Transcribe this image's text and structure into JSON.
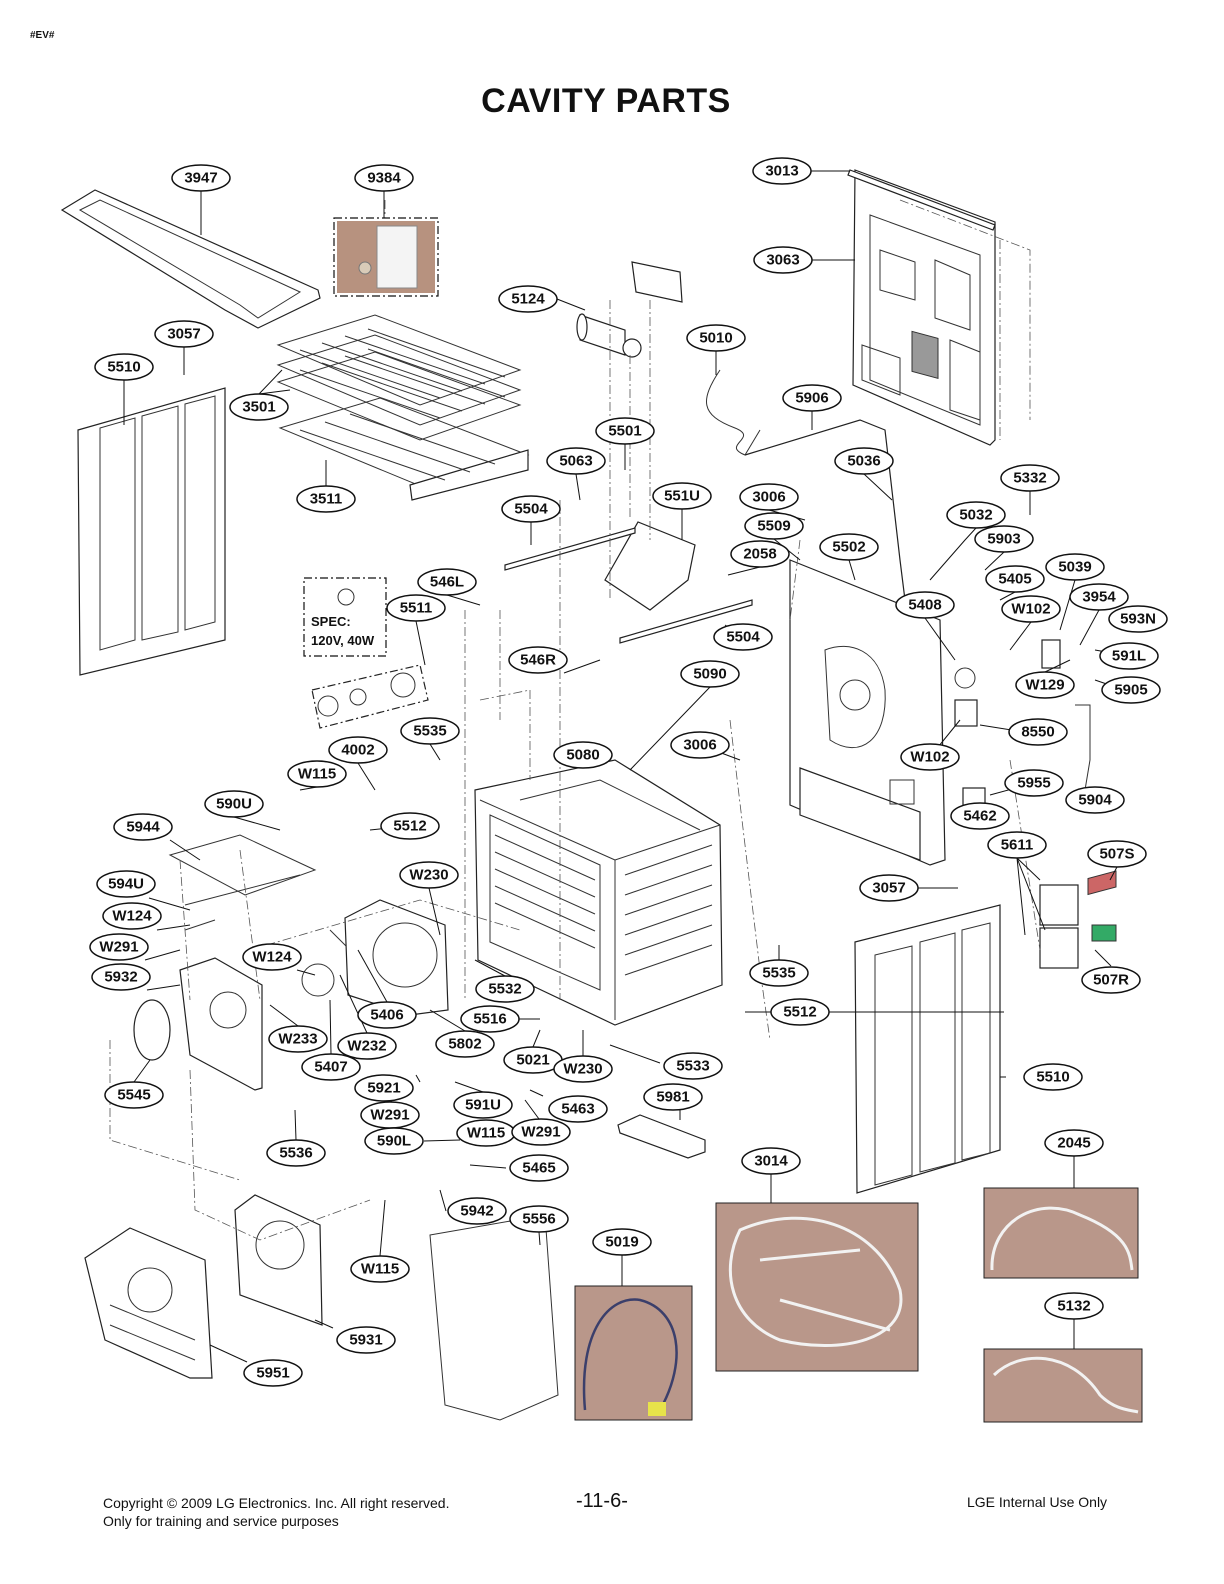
{
  "header": {
    "tag": "#EV#",
    "title": "CAVITY PARTS"
  },
  "spec_box": {
    "line1": "SPEC:",
    "line2": "120V, 40W"
  },
  "callouts": [
    "3947",
    "9384",
    "3013",
    "3063",
    "5124",
    "5010",
    "3057",
    "5510",
    "3501",
    "5906",
    "5501",
    "5063",
    "5036",
    "5332",
    "3511",
    "551U",
    "3006",
    "5504",
    "5509",
    "5032",
    "5903",
    "5502",
    "2058",
    "546L",
    "5511",
    "5405",
    "5039",
    "3954",
    "593N",
    "5408",
    "W102",
    "5504",
    "591L",
    "546R",
    "W129",
    "5905",
    "5090",
    "8550",
    "5535",
    "4002",
    "3006",
    "5080",
    "W102",
    "5955",
    "W115",
    "590U",
    "5904",
    "5462",
    "5944",
    "5512",
    "5611",
    "507S",
    "W230",
    "594U",
    "3057",
    "W124",
    "W291",
    "5535",
    "W124",
    "5932",
    "5532",
    "507R",
    "5512",
    "5406",
    "5516",
    "W233",
    "W232",
    "5802",
    "5021",
    "W230",
    "5533",
    "5510",
    "5407",
    "5921",
    "591U",
    "5981",
    "5545",
    "W291",
    "5463",
    "W115",
    "W291",
    "590L",
    "5536",
    "5465",
    "3014",
    "2045",
    "5942",
    "5556",
    "5019",
    "W115",
    "5132",
    "5931",
    "5951"
  ],
  "footer": {
    "copyright": "Copyright © 2009 LG Electronics. Inc. All right reserved.",
    "training": "Only for training and service purposes",
    "page": "-11-6-",
    "internal": "LGE Internal Use Only"
  }
}
